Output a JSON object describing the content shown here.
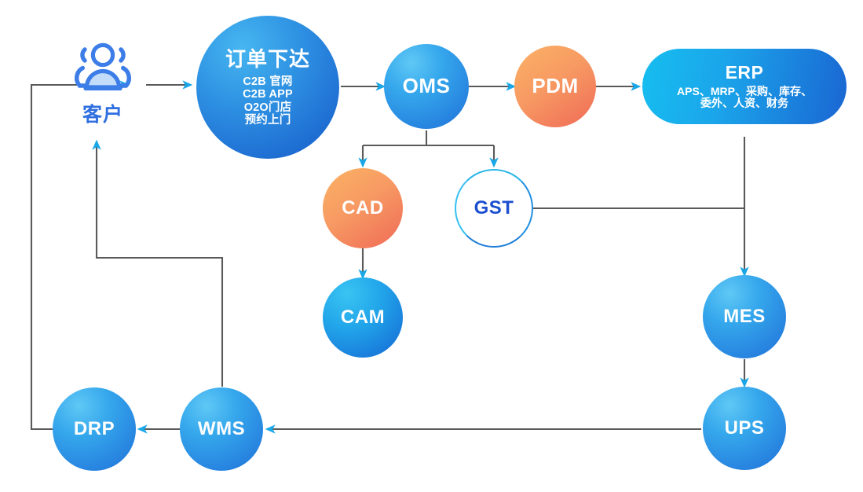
{
  "diagram": {
    "title": "Order-to-delivery system flow",
    "background": "#ffffff",
    "colors": {
      "line": "#5a5a5a",
      "arrowhead": "#1aa7e8",
      "blue_node": "#2f93e3",
      "orange_node": "#f4875d",
      "cyan_node": "#22a6ea",
      "outline_node_border": "#29b6e8",
      "outline_node_text": "#1b4fd0",
      "customer_text": "#2f6fe0",
      "customer_icon_stroke": "#3d7de8",
      "customer_icon_fill": "#c3dcfa"
    }
  },
  "nodes": {
    "customer": {
      "label": "客户",
      "icon": "user-group-icon",
      "shape": "icon"
    },
    "order": {
      "title": "订单下达",
      "lines": [
        "C2B 官网",
        "C2B APP",
        "O2O门店",
        "预约上门"
      ],
      "shape": "circle"
    },
    "oms": {
      "label": "OMS",
      "shape": "circle"
    },
    "pdm": {
      "label": "PDM",
      "shape": "circle"
    },
    "erp": {
      "title": "ERP",
      "lines": [
        "APS、MRP、采购、库存、",
        "委外、人资、财务"
      ],
      "shape": "pill"
    },
    "cad": {
      "label": "CAD",
      "shape": "circle"
    },
    "gst": {
      "label": "GST",
      "shape": "circle-outline"
    },
    "cam": {
      "label": "CAM",
      "shape": "circle"
    },
    "mes": {
      "label": "MES",
      "shape": "circle"
    },
    "ups": {
      "label": "UPS",
      "shape": "circle"
    },
    "wms": {
      "label": "WMS",
      "shape": "circle"
    },
    "drp": {
      "label": "DRP",
      "shape": "circle"
    }
  },
  "edges": [
    {
      "from": "drp",
      "to": "customer",
      "style": "orthogonal",
      "arrow": true
    },
    {
      "from": "customer",
      "to": "order",
      "style": "straight",
      "arrow": true
    },
    {
      "from": "order",
      "to": "oms",
      "style": "straight",
      "arrow": true
    },
    {
      "from": "oms",
      "to": "pdm",
      "style": "straight",
      "arrow": true
    },
    {
      "from": "pdm",
      "to": "erp",
      "style": "straight",
      "arrow": true
    },
    {
      "from": "oms",
      "to": "cad",
      "style": "branch",
      "arrow": true
    },
    {
      "from": "oms",
      "to": "gst",
      "style": "branch",
      "arrow": true
    },
    {
      "from": "cad",
      "to": "cam",
      "style": "straight",
      "arrow": true
    },
    {
      "from": "gst",
      "to": "erp-mes-link",
      "style": "straight",
      "arrow": false
    },
    {
      "from": "erp",
      "to": "mes",
      "style": "straight",
      "arrow": true
    },
    {
      "from": "mes",
      "to": "ups",
      "style": "straight",
      "arrow": true
    },
    {
      "from": "ups",
      "to": "wms",
      "style": "straight",
      "arrow": true
    },
    {
      "from": "wms",
      "to": "drp",
      "style": "straight",
      "arrow": true
    },
    {
      "from": "wms",
      "to": "customer",
      "style": "orthogonal",
      "arrow": true
    }
  ]
}
